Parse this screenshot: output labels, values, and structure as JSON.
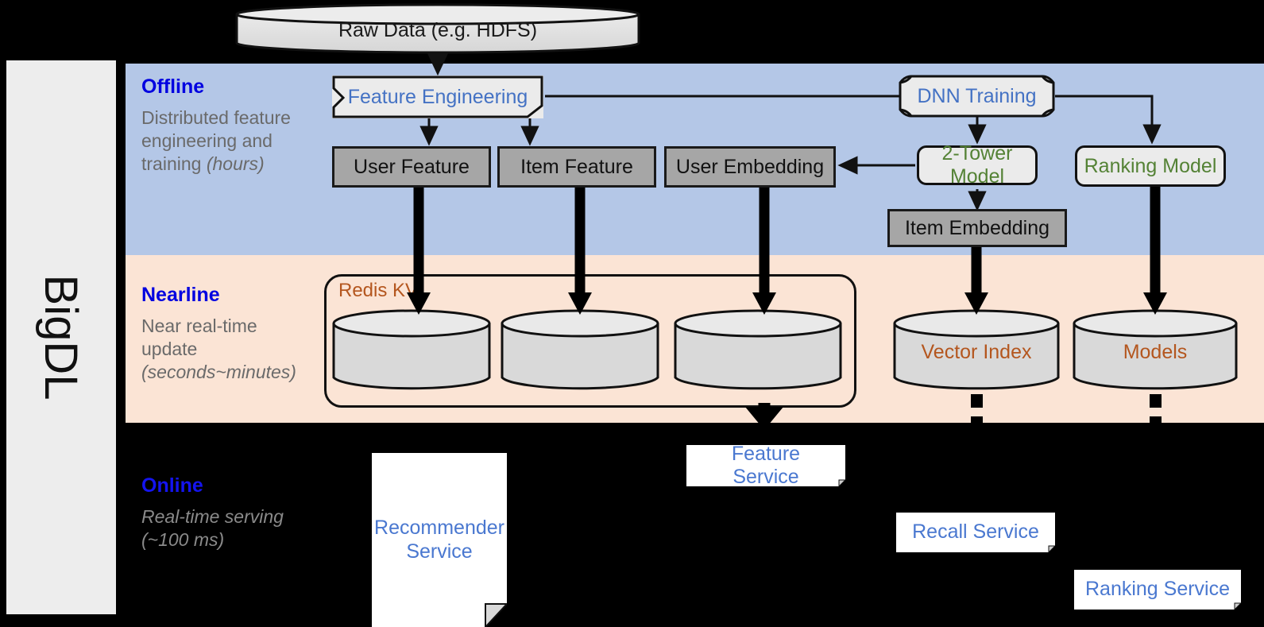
{
  "framework": {
    "name": "BigDL"
  },
  "source": {
    "label": "Raw Data (e.g. HDFS)"
  },
  "bands": {
    "offline": {
      "title": "Offline",
      "subtitle_main": "Distributed feature engineering and training ",
      "subtitle_em": "(hours)"
    },
    "nearline": {
      "title": "Nearline",
      "subtitle_main": "Near real-time update ",
      "subtitle_em": "(seconds~minutes)"
    },
    "online": {
      "title": "Online",
      "subtitle_main": "Real-time serving ",
      "subtitle_em": "(~100 ms)"
    }
  },
  "offline": {
    "feature_engineering": "Feature Engineering",
    "dnn_training": "DNN Training",
    "user_feature": "User Feature",
    "item_feature": "Item Feature",
    "user_embedding": "User Embedding",
    "two_tower_model": "2-Tower Model",
    "ranking_model": "Ranking Model",
    "item_embedding": "Item Embedding"
  },
  "nearline": {
    "redis_label": "Redis KV",
    "store_user_feature": "",
    "store_item_feature": "",
    "store_user_embedding": "",
    "vector_index": "Vector Index",
    "models": "Models"
  },
  "online": {
    "recommender_service": "Recommender Service",
    "feature_service": "Feature Service",
    "recall_service": "Recall Service",
    "ranking_service": "Ranking Service"
  },
  "colors": {
    "offline_band": "#b4c7e7",
    "nearline_band": "#fbe4d5",
    "online_band": "#000000",
    "rail": "#ededed",
    "band_title": "#0000e0",
    "band_subtitle": "#6a6a6a",
    "blue_text": "#4472c4",
    "green_text": "#548235",
    "brown_text": "#b4561e",
    "gray_fill": "#a6a6a6",
    "light_fill": "#ebebeb",
    "stroke": "#111111"
  }
}
